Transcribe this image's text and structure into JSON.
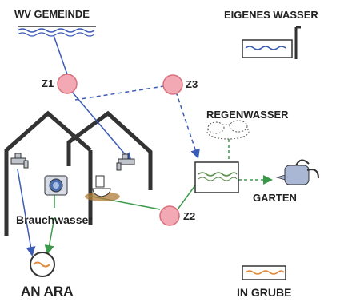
{
  "labels": {
    "wv_gemeinde": "WV GEMEINDE",
    "eigenes_wasser": "EIGENES WASSER",
    "regenwasser": "REGENWASSER",
    "brauchwasser": "Brauchwasser",
    "garten": "GARTEN",
    "an_ara": "AN ARA",
    "in_grube": "IN GRUBE",
    "z1": "Z1",
    "z2": "Z2",
    "z3": "Z3"
  },
  "colors": {
    "house": "#333333",
    "water_line": "#3b5bb5",
    "recycled_line": "#3a9a4a",
    "meter_fill": "#f2a9b3",
    "meter_stroke": "#d9707f",
    "sewage_wave": "#e08a3a",
    "tank_wave": "#5a8f4a",
    "rain_dash": "#3a9a4a"
  }
}
